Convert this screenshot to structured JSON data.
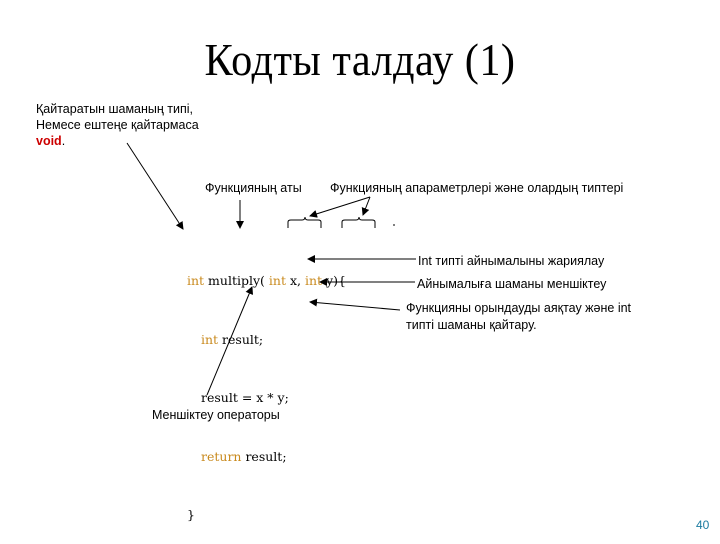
{
  "slide": {
    "title": "Кодты талдау (1)",
    "page_number": "40",
    "page_number_color": "#1a7ba0"
  },
  "annotations": {
    "return_type": {
      "line1": "Қайтаратын шаманың типі,",
      "line2": "Немесе ештеңе қайтармаса",
      "void_keyword": "void",
      "void_suffix": ".",
      "void_color": "#cc0000"
    },
    "function_name": "Функцияның аты",
    "parameters": "Функцияның апараметрлері және олардың типтері",
    "declaration": "Int типті айнымалыны жариялау",
    "assignment": "Айнымалыға шаманы меншіктеу",
    "return_statement": {
      "line1": "Функцияны орындауды аяқтау және int",
      "line2": "типті шаманы қайтару."
    },
    "assignment_operator": "Меншіктеу операторы"
  },
  "code": {
    "keyword_color": "#c98a1e",
    "lines": [
      {
        "kw1": "int",
        "text1": " multiply( ",
        "kw2": "int",
        "text2": " x, ",
        "kw3": "int",
        "text3": " y){"
      },
      {
        "kw": "int",
        "text": " result;"
      },
      {
        "text": "result = x * y;"
      },
      {
        "kw": "return",
        "text": " result;"
      },
      {
        "text": "}"
      }
    ]
  }
}
